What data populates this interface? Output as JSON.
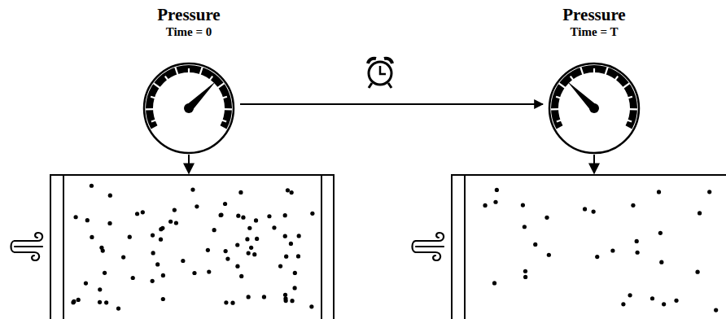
{
  "diagram": {
    "nodes": [
      {
        "text": [
          "Pressure",
          "Time = 0"
        ]
      },
      {
        "text": [
          "Pressure",
          "Time = T"
        ]
      }
    ],
    "edges": [
      {
        "from": 0,
        "to": 1,
        "arrow": "to"
      }
    ]
  }
}
